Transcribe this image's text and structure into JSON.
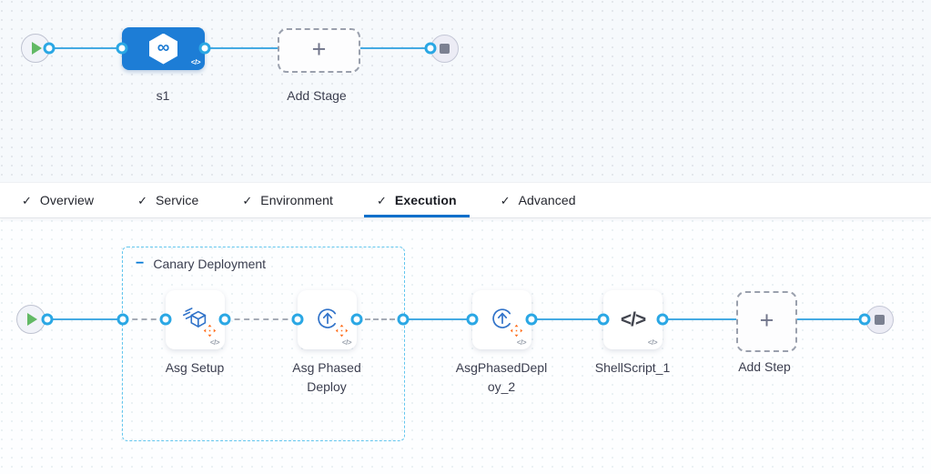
{
  "stage_graph": {
    "stage_label": "s1",
    "add_stage_label": "Add Stage"
  },
  "tabs": {
    "items": [
      {
        "label": "Overview",
        "checked": true,
        "active": false
      },
      {
        "label": "Service",
        "checked": true,
        "active": false
      },
      {
        "label": "Environment",
        "checked": true,
        "active": false
      },
      {
        "label": "Execution",
        "checked": true,
        "active": true
      },
      {
        "label": "Advanced",
        "checked": true,
        "active": false
      }
    ]
  },
  "execution": {
    "group_label": "Canary Deployment",
    "steps": [
      {
        "label": "Asg Setup",
        "icon": "asg-setup-icon"
      },
      {
        "label": "Asg Phased Deploy",
        "icon": "asg-phased-deploy-icon"
      },
      {
        "label": "AsgPhasedDeploy_2",
        "icon": "asg-phased-deploy-icon"
      },
      {
        "label": "ShellScript_1",
        "icon": "shell-script-icon"
      }
    ],
    "add_step_label": "Add Step"
  },
  "icons": {
    "check": "✓",
    "collapse": "−",
    "plus": "+",
    "code": "</>",
    "shell": "</>",
    "infinity": "∞"
  },
  "colors": {
    "accent_blue": "#0b6fca",
    "line_blue": "#45aae3",
    "stage_blue": "#1d7dd6",
    "group_border": "#62c6ee",
    "move_orange": "#ff7120",
    "play_green": "#62b965"
  }
}
